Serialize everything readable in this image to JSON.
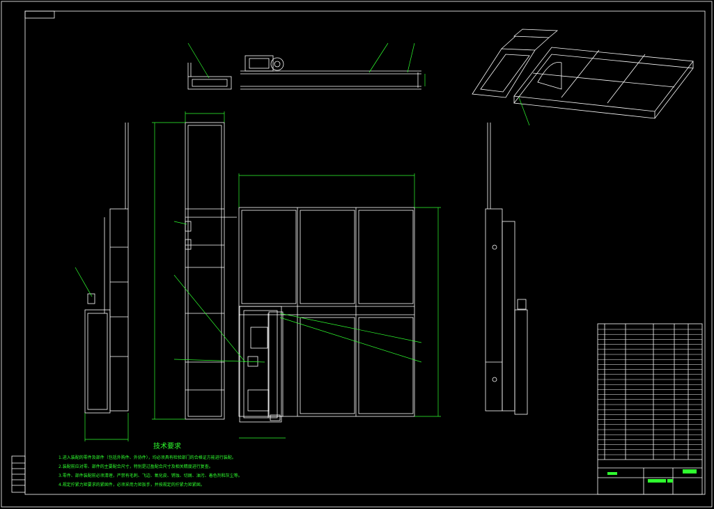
{
  "drawing": {
    "tech_title": "技术要求",
    "tech_notes": [
      "1.进入装配的零件及部件（包括外购件、外协件），均必须具有检验部门的合格证方能进行装配。",
      "2.装配前应对零、部件的主要配合尺寸，特别是过盈配合尺寸及相关精度进行复查。",
      "3.零件、部件装配前必须清理，严禁有毛刺、飞边、氧化皮、锈蚀、切屑、油污、着色剂和灰尘等。",
      "4.规定拧紧力矩要求的紧固件，必须采用力矩扳手，并按规定的拧紧力矩紧固。"
    ]
  },
  "colors": {
    "background": "#000000",
    "geometry": "#ffffff",
    "dimension": "#2fff2f",
    "border": "#ffffff"
  }
}
